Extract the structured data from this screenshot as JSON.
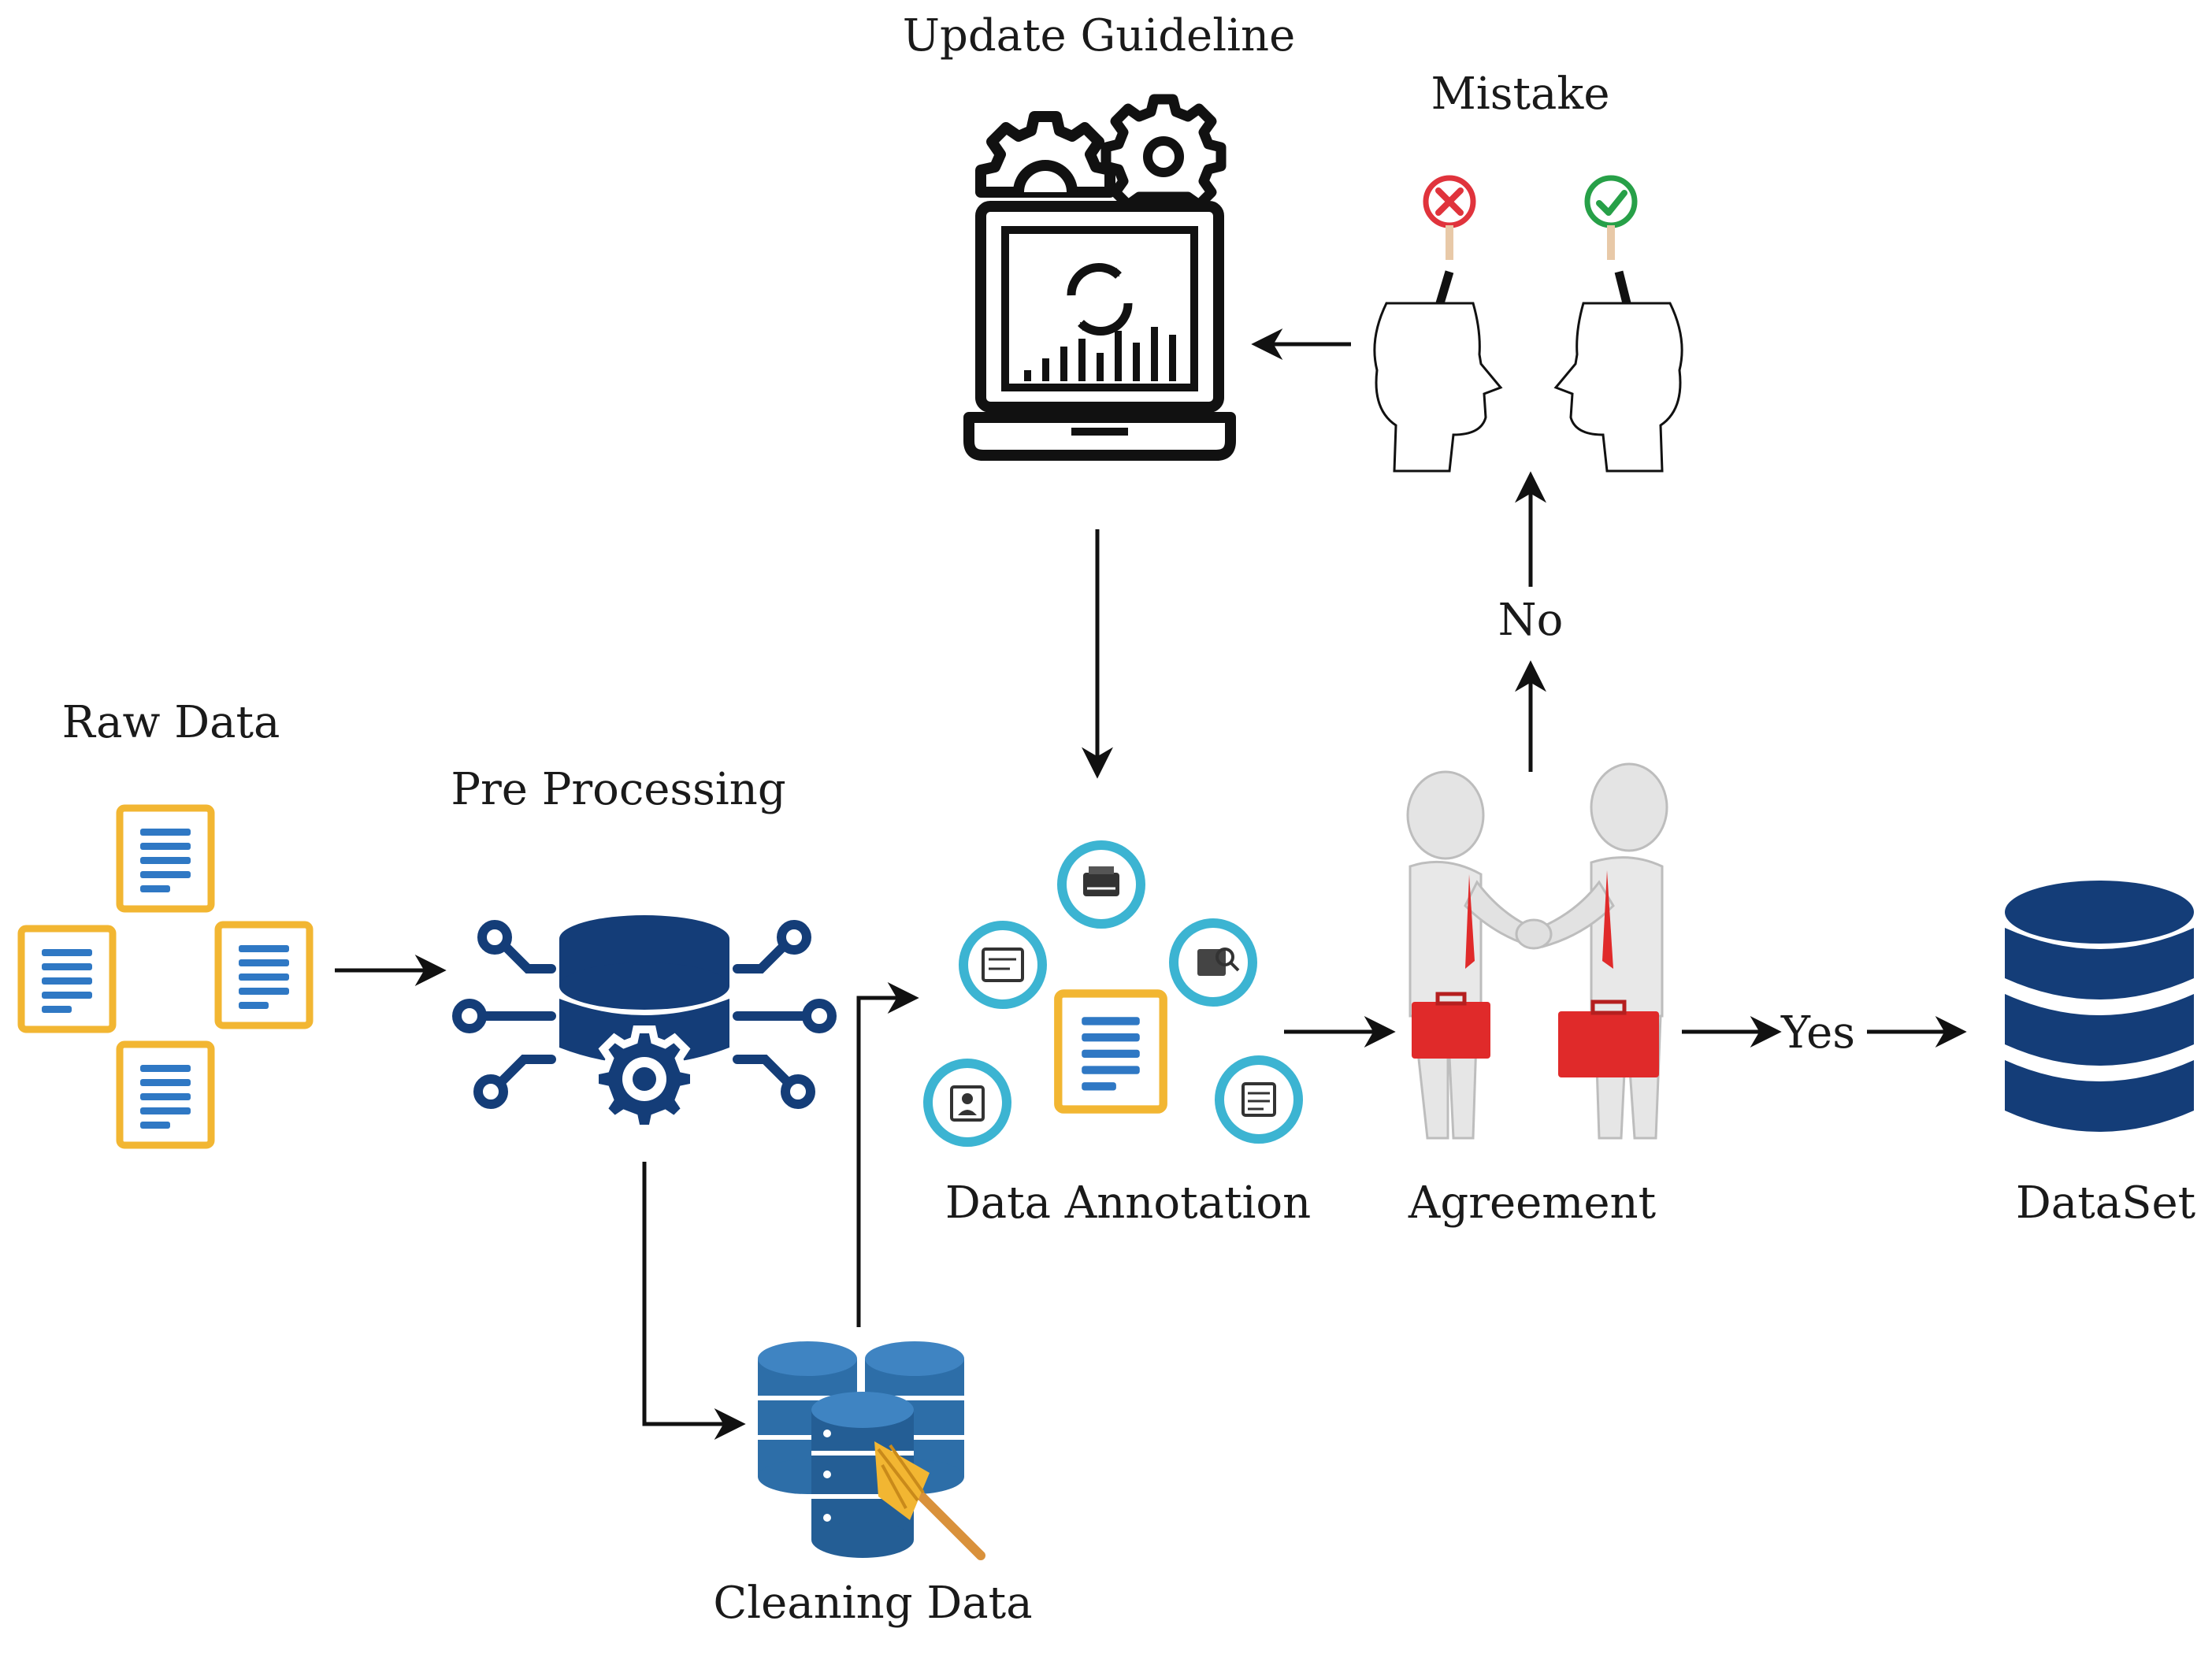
{
  "nodes": {
    "update_guideline": "Update Guideline",
    "mistake": "Mistake",
    "raw_data": "Raw Data",
    "pre_processing": "Pre Processing",
    "data_annotation": "Data Annotation",
    "agreement": "Agreement",
    "dataset": "DataSet",
    "cleaning_data": "Cleaning Data"
  },
  "edges": {
    "no_label": "No",
    "yes_label": "Yes"
  },
  "colors": {
    "doc_border": "#f2b632",
    "doc_lines": "#2f78c4",
    "navy": "#143d78",
    "db_blue": "#2d6ea8",
    "ring_teal": "#3cb4d2",
    "mistake_red": "#e0333c",
    "correct_green": "#27a048",
    "briefcase_red": "#e02a2a"
  }
}
